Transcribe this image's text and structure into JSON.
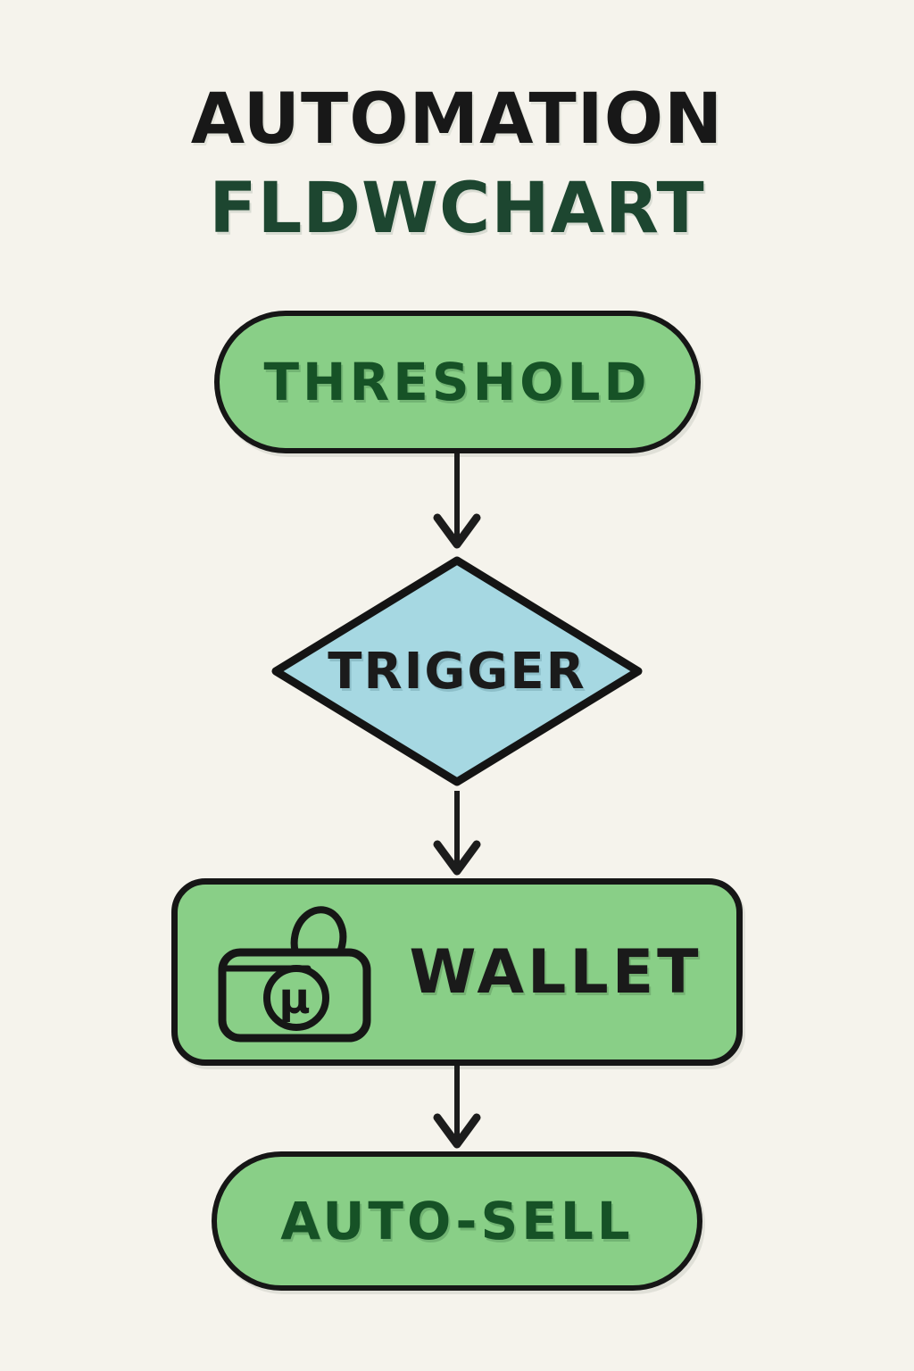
{
  "title": {
    "line1": "AUTOMATION",
    "line2": "FLDWCHART"
  },
  "flow": {
    "nodes": [
      {
        "id": "threshold",
        "label": "THRESHOLD",
        "shape": "pill",
        "fill": "#89cf87",
        "text_color": "#165226"
      },
      {
        "id": "trigger",
        "label": "TRIGGER",
        "shape": "diamond",
        "fill": "#a6d8e2",
        "text_color": "#1b1b1b"
      },
      {
        "id": "wallet",
        "label": "WALLET",
        "shape": "rounded-rect",
        "fill": "#89cf87",
        "text_color": "#1a1a1a",
        "icon": "wallet-icon",
        "coin_glyph": "μ"
      },
      {
        "id": "auto_sell",
        "label": "AUTO-SELL",
        "shape": "pill",
        "fill": "#89cf87",
        "text_color": "#165226"
      }
    ],
    "connectors": [
      {
        "from": "threshold",
        "to": "trigger",
        "style": "arrow-down"
      },
      {
        "from": "trigger",
        "to": "wallet",
        "style": "arrow-down"
      },
      {
        "from": "wallet",
        "to": "auto_sell",
        "style": "arrow-down"
      }
    ]
  },
  "colors": {
    "background": "#f5f3ec",
    "node_green": "#89cf87",
    "node_blue": "#a6d8e2",
    "outline": "#161616",
    "title_primary": "#181818",
    "title_secondary": "#1d4630",
    "green_node_text": "#165226"
  }
}
